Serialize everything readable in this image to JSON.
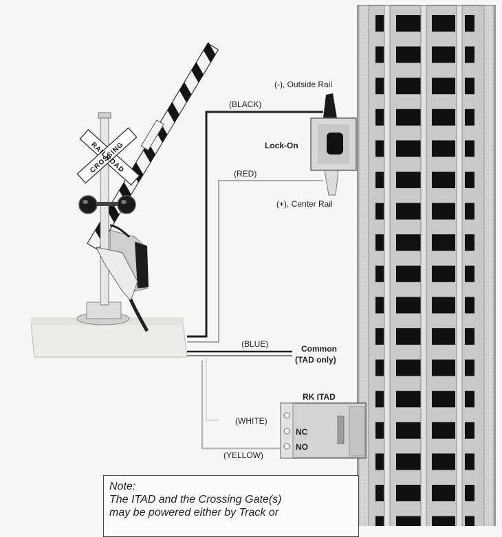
{
  "labels": {
    "outside_rail": "(-), Outside Rail",
    "black": "(BLACK)",
    "lock_on": "Lock-On",
    "red": "(RED)",
    "center_rail": "(+), Center Rail",
    "blue": "(BLUE)",
    "common": "Common",
    "tad_only": "(TAD only)",
    "rk_itad": "RK ITAD",
    "white": "(WHITE)",
    "nc": "NC",
    "no": "NO",
    "yellow": "(YELLOW)"
  },
  "sign": {
    "word1": "RAILROAD",
    "word2": "CROSSING"
  },
  "note": {
    "title": "Note:",
    "line1": "The ITAD and the Crossing Gate(s)",
    "line2": "may be powered either by Track or"
  },
  "colors": {
    "wire": "#1f1f1f",
    "wire_light": "#9a9a9a",
    "track_rail": "#b8b8b8",
    "tie": "#111111"
  }
}
